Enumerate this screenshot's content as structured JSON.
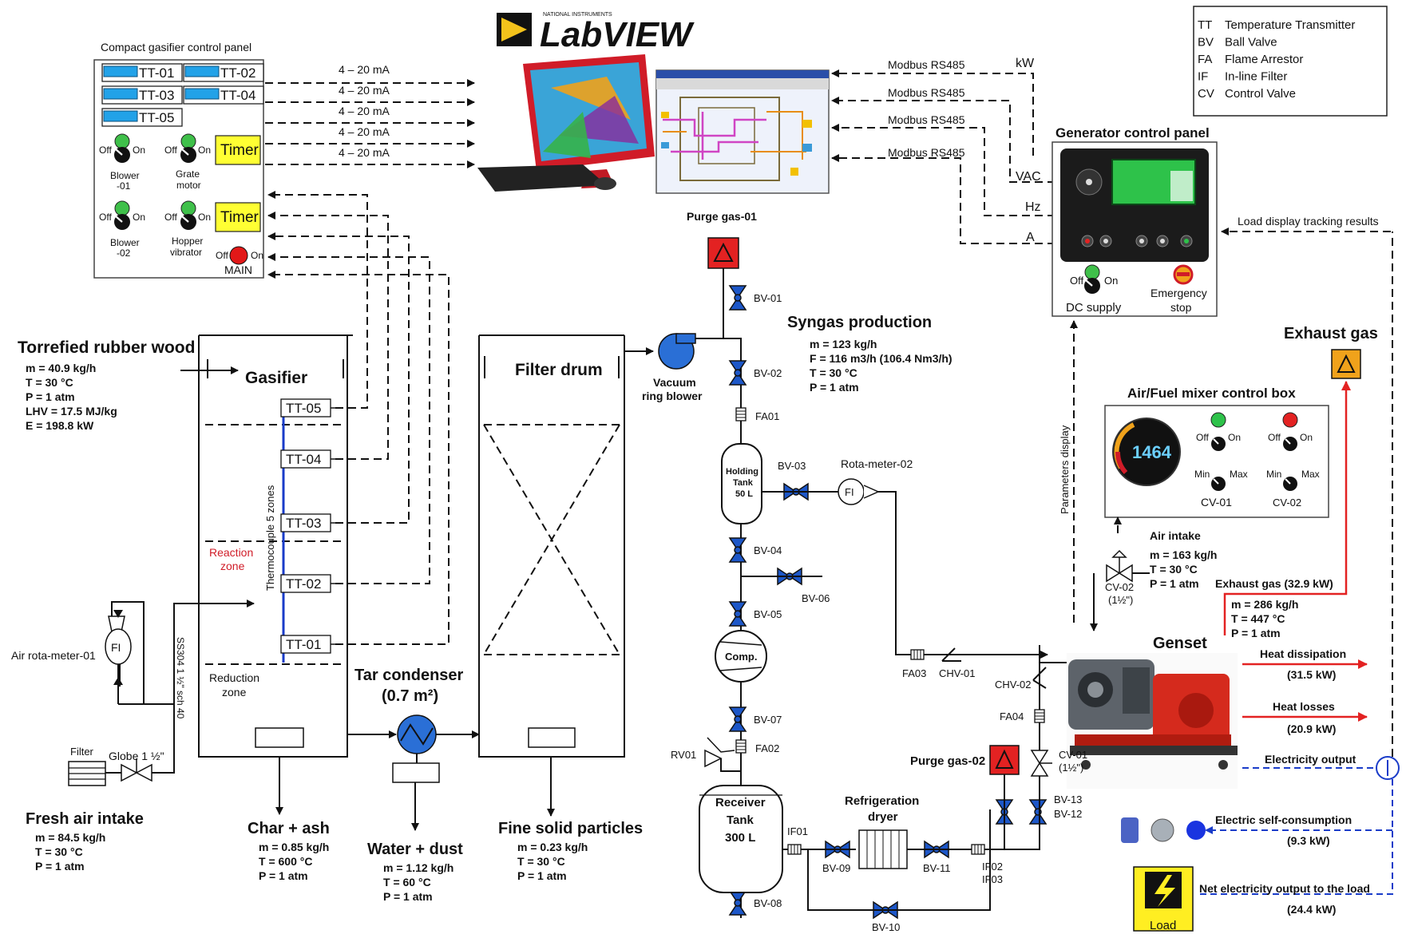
{
  "header": {
    "vendor": "NATIONAL INSTRUMENTS",
    "product": "LabVIEW"
  },
  "legend": [
    {
      "code": "TT",
      "desc": "Temperature Transmitter"
    },
    {
      "code": "BV",
      "desc": "Ball Valve"
    },
    {
      "code": "FA",
      "desc": "Flame Arrestor"
    },
    {
      "code": "IF",
      "desc": "In-line Filter"
    },
    {
      "code": "CV",
      "desc": "Control Valve"
    }
  ],
  "control_panel": {
    "title": "Compact gasifier control panel",
    "tt": [
      "TT-01",
      "TT-02",
      "TT-03",
      "TT-04",
      "TT-05"
    ],
    "off": "Off",
    "on": "On",
    "timer": "Timer",
    "blower01": [
      "Blower",
      "-01"
    ],
    "grate": [
      "Grate",
      "motor"
    ],
    "blower02": [
      "Blower",
      "-02"
    ],
    "hopper": [
      "Hopper",
      "vibrator"
    ],
    "main": "MAIN"
  },
  "signals": {
    "ma": "4 – 20 mA",
    "modbus": "Modbus RS485",
    "kw": "kW",
    "vac": "VAC",
    "hz": "Hz",
    "a": "A"
  },
  "generator_panel": {
    "title": "Generator control panel",
    "dc": "DC supply",
    "estop": [
      "Emergency",
      "stop"
    ],
    "load_display": "Load display tracking results",
    "params": "Parameters display"
  },
  "purge1": "Purge gas-01",
  "purge2": "Purge gas-02",
  "syngas": {
    "title": "Syngas production",
    "lines": [
      "m = 123 kg/h",
      "F = 116 m3/h (106.4 Nm3/h)",
      "T = 30 °C",
      "P = 1 atm"
    ]
  },
  "feed": {
    "title": "Torrefied rubber wood",
    "lines": [
      "m = 40.9  kg/h",
      "T = 30 °C",
      "P = 1 atm",
      "LHV = 17.5 MJ/kg",
      "E = 198.8 kW"
    ]
  },
  "gasifier": {
    "title": "Gasifier",
    "reaction": [
      "Reaction",
      "zone"
    ],
    "reduction": [
      "Reduction",
      "zone"
    ],
    "thermocouple": "Thermocouple 5 zones",
    "pipe": "SS304 1 ½\" sch 40",
    "tt": [
      "TT-05",
      "TT-04",
      "TT-03",
      "TT-02",
      "TT-01"
    ]
  },
  "filter_drum": "Filter drum",
  "blower": [
    "Vacuum",
    "ring blower"
  ],
  "air_rota": "Air rota-meter-01",
  "fresh_air": {
    "title": "Fresh air intake",
    "lines": [
      "m = 84.5 kg/h",
      "T = 30 °C",
      "P = 1 atm"
    ],
    "filter": "Filter",
    "globe": "Globe 1 ½\""
  },
  "char": {
    "title": "Char + ash",
    "lines": [
      "m = 0.85 kg/h",
      "T = 600 °C",
      "P = 1 atm"
    ]
  },
  "tar": {
    "title": "Tar condenser",
    "area": "(0.7 m²)"
  },
  "water": {
    "title": "Water + dust",
    "lines": [
      "m = 1.12 kg/h",
      "T = 60 °C",
      "P = 1 atm"
    ]
  },
  "fines": {
    "title": "Fine solid particles",
    "lines": [
      "m = 0.23 kg/h",
      "T = 30 °C",
      "P = 1 atm"
    ]
  },
  "valves": {
    "bv01": "BV-01",
    "bv02": "BV-02",
    "bv03": "BV-03",
    "bv04": "BV-04",
    "bv05": "BV-05",
    "bv06": "BV-06",
    "bv07": "BV-07",
    "bv08": "BV-08",
    "bv09": "BV-09",
    "bv10": "BV-10",
    "bv11": "BV-11",
    "bv12": "BV-12",
    "bv13": "BV-13",
    "fa01": "FA01",
    "fa02": "FA02",
    "fa03": "FA03",
    "fa04": "FA04",
    "chv01": "CHV-01",
    "chv02": "CHV-02",
    "cv01": [
      "CV-01",
      "(1½\")"
    ],
    "cv02": [
      "CV-02",
      "(1½\")"
    ],
    "rv01": "RV01",
    "if01": "IF01",
    "if0203": [
      "IF02",
      "IF03"
    ],
    "rota02": "Rota-meter-02",
    "fi": "FI"
  },
  "holding_tank": [
    "Holding",
    "Tank",
    "50 L"
  ],
  "comp": "Comp.",
  "receiver": [
    "Receiver",
    "Tank",
    "300 L"
  ],
  "dryer": [
    "Refrigeration",
    "dryer"
  ],
  "mixer": {
    "title": "Air/Fuel mixer control box",
    "display": "1464",
    "cv01": "CV-01",
    "cv02": "CV-02",
    "min": "Min",
    "max": "Max"
  },
  "air_intake": {
    "title": "Air intake",
    "lines": [
      "m = 163 kg/h",
      "T = 30 °C",
      "P = 1 atm"
    ]
  },
  "exhaust": {
    "title": "Exhaust gas",
    "sub": "Exhaust gas (32.9 kW)",
    "lines": [
      "m = 286 kg/h",
      "T = 447 °C",
      "P = 1 atm"
    ]
  },
  "genset": "Genset",
  "outputs": {
    "heat_dis": "Heat dissipation",
    "heat_dis_v": "(31.5 kW)",
    "heat_loss": "Heat losses",
    "heat_loss_v": "(20.9 kW)",
    "elec": "Electricity output",
    "self": "Electric self-consumption",
    "self_v": "(9.3 kW)",
    "net": "Net electricity output to the load",
    "net_v": "(24.4 kW)",
    "load": "Load"
  },
  "colors": {
    "accent_blue": "#1a3cc9",
    "red": "#e32222",
    "yellow": "#ffff33",
    "valve": "#1d57c8"
  }
}
